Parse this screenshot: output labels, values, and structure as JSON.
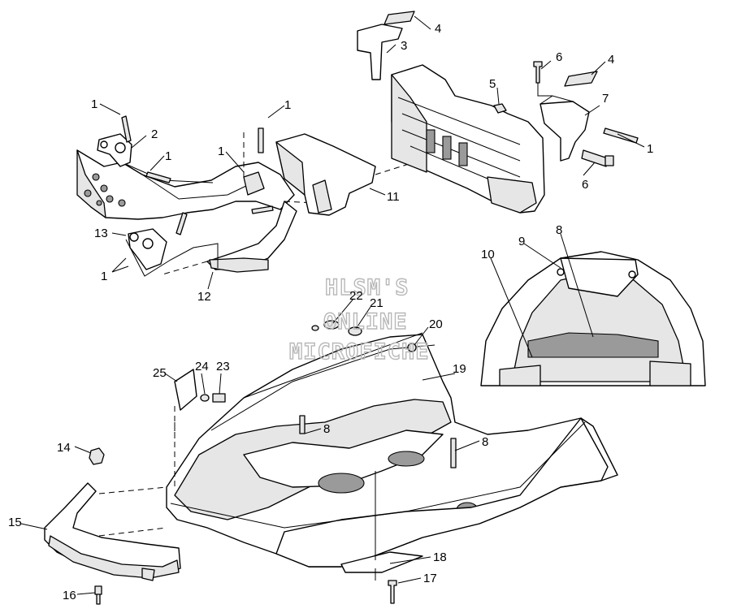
{
  "watermark": [
    "HLSM'S",
    "ONLINE",
    "MICROFICHE"
  ],
  "callouts": [
    {
      "id": "c1a",
      "text": "1"
    },
    {
      "id": "c1b",
      "text": "1"
    },
    {
      "id": "c1c",
      "text": "1"
    },
    {
      "id": "c1d",
      "text": "1"
    },
    {
      "id": "c1e",
      "text": "1"
    },
    {
      "id": "c1f",
      "text": "1"
    },
    {
      "id": "c2",
      "text": "2"
    },
    {
      "id": "c3",
      "text": "3"
    },
    {
      "id": "c4a",
      "text": "4"
    },
    {
      "id": "c4b",
      "text": "4"
    },
    {
      "id": "c5",
      "text": "5"
    },
    {
      "id": "c6a",
      "text": "6"
    },
    {
      "id": "c6b",
      "text": "6"
    },
    {
      "id": "c7",
      "text": "7"
    },
    {
      "id": "c8a",
      "text": "8"
    },
    {
      "id": "c8b",
      "text": "8"
    },
    {
      "id": "c8c",
      "text": "8"
    },
    {
      "id": "c9",
      "text": "9"
    },
    {
      "id": "c10",
      "text": "10"
    },
    {
      "id": "c11",
      "text": "11"
    },
    {
      "id": "c12",
      "text": "12"
    },
    {
      "id": "c13",
      "text": "13"
    },
    {
      "id": "c14",
      "text": "14"
    },
    {
      "id": "c15",
      "text": "15"
    },
    {
      "id": "c16",
      "text": "16"
    },
    {
      "id": "c17",
      "text": "17"
    },
    {
      "id": "c18",
      "text": "18"
    },
    {
      "id": "c19",
      "text": "19"
    },
    {
      "id": "c20",
      "text": "20"
    },
    {
      "id": "c21",
      "text": "21"
    },
    {
      "id": "c22",
      "text": "22"
    },
    {
      "id": "c23",
      "text": "23"
    },
    {
      "id": "c24",
      "text": "24"
    },
    {
      "id": "c25",
      "text": "25"
    }
  ]
}
